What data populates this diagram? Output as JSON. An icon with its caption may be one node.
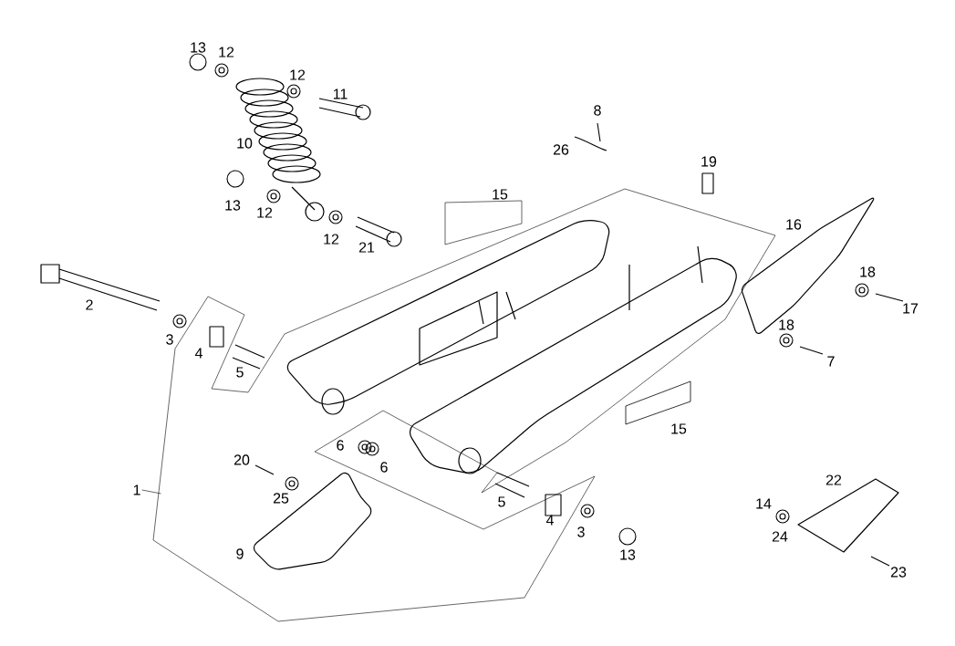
{
  "diagram": {
    "nodes": [
      {
        "text": [
          "1"
        ]
      },
      {
        "text": [],
        "shape": "polygon"
      }
    ],
    "edges": [
      {
        "from": 0,
        "to": 1,
        "arrow": "none"
      }
    ],
    "labels": [
      "13",
      "12",
      "12",
      "11",
      "8",
      "10",
      "26",
      "19",
      "15",
      "13",
      "12",
      "12",
      "21",
      "16",
      "2",
      "18",
      "17",
      "18",
      "3",
      "4",
      "5",
      "7",
      "15",
      "6",
      "20",
      "6",
      "22",
      "25",
      "5",
      "14",
      "4",
      "3",
      "24",
      "13",
      "9",
      "23"
    ]
  }
}
